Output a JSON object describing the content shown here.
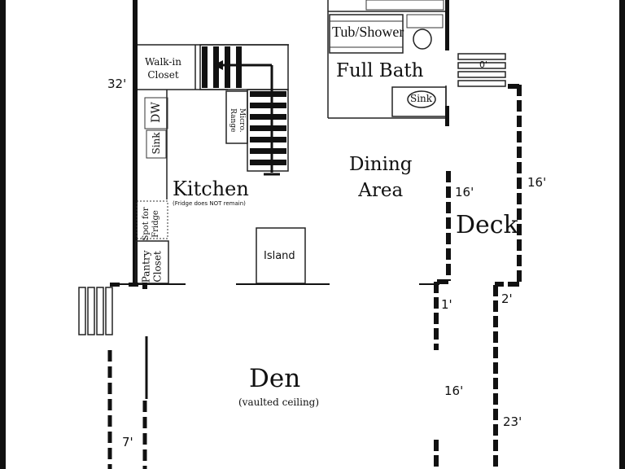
{
  "rooms": {
    "walk_in_closet": [
      "Walk-in",
      "Closet"
    ],
    "full_bath": "Full Bath",
    "tub_shower": "Tub/Shower",
    "bath_sink": "Sink",
    "dw": "DW",
    "kitchen_sink": "Sink",
    "micro_range": [
      "Micro.",
      "Range"
    ],
    "kitchen": "Kitchen",
    "fridge_note": "(Fridge does NOT remain)",
    "spot_for_fridge": [
      "Spot for",
      "Fridge"
    ],
    "pantry_closet": [
      "Pantry",
      "Closet"
    ],
    "island": "Island",
    "dining_area": [
      "Dining",
      "Area"
    ],
    "deck": "Deck",
    "den": "Den",
    "vaulted": "(vaulted ceiling)"
  },
  "dimensions": {
    "d32": "32'",
    "d16_dining": "16'",
    "d16_deck": "16'",
    "d1": "1'",
    "d2": "2'",
    "d16_den": "16'",
    "d23": "23'",
    "d7": "7'",
    "d0": "0'"
  },
  "colors": {
    "wall": "#111111",
    "background": "#ffffff"
  }
}
